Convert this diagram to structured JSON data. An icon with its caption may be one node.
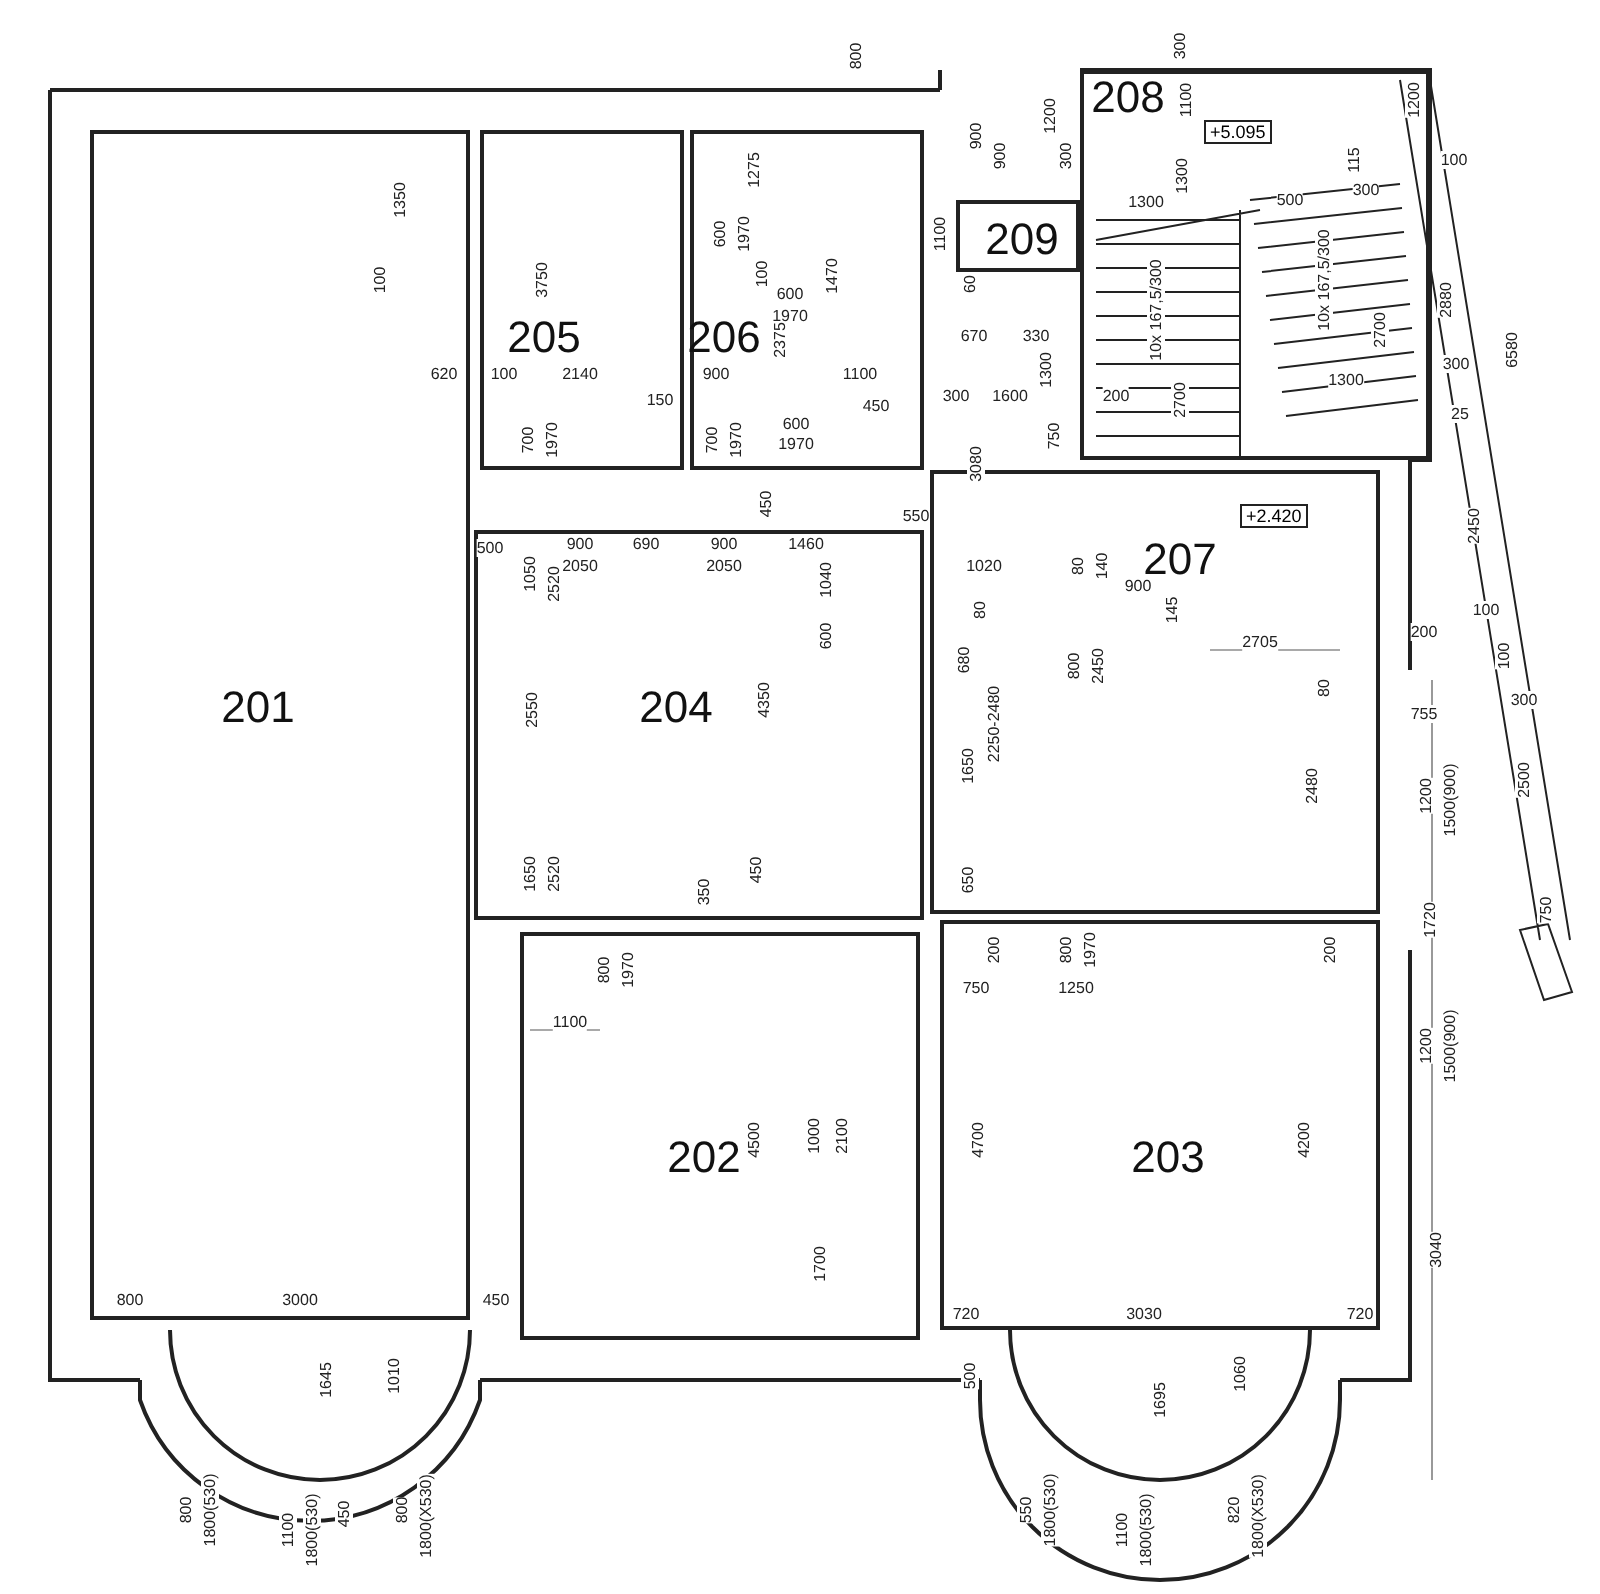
{
  "diagram": {
    "nodes": [
      {
        "text": [
          "201"
        ]
      },
      {
        "text": [
          "205"
        ]
      },
      {
        "text": [
          "206"
        ]
      },
      {
        "text": [
          "209"
        ]
      },
      {
        "text": [
          "208"
        ]
      },
      {
        "text": [
          "+5.095"
        ],
        "in": 4
      },
      {
        "text": [
          "207"
        ]
      },
      {
        "text": [
          "+2.420"
        ],
        "in": 6
      },
      {
        "text": [
          "204"
        ]
      },
      {
        "text": [
          "202"
        ]
      },
      {
        "text": [
          "203"
        ]
      }
    ],
    "labels": [
      "1350",
      "100",
      "3750",
      "620",
      "100",
      "2140",
      "150",
      "700",
      "1970",
      "800",
      "1275",
      "600",
      "1970",
      "100",
      "1470",
      "600",
      "1970",
      "900",
      "2375",
      "1100",
      "450",
      "600",
      "1970",
      "700",
      "1970",
      "900",
      "900",
      "1200",
      "300",
      "1100",
      "60",
      "670",
      "330",
      "1300",
      "300",
      "1600",
      "750",
      "3080",
      "200",
      "1300",
      "300",
      "1100",
      "1300",
      "500",
      "10x 167,5/300",
      "2700",
      "115",
      "300",
      "10x 167,5/300",
      "2700",
      "1300",
      "1200",
      "100",
      "2880",
      "300",
      "25",
      "6580",
      "500",
      "900",
      "2050",
      "690",
      "900",
      "2050",
      "450",
      "1460",
      "550",
      "1040",
      "600",
      "1050",
      "2520",
      "2550",
      "4350",
      "1650",
      "2520",
      "450",
      "350",
      "1020",
      "80",
      "680",
      "2250-2480",
      "1650",
      "650",
      "200",
      "80",
      "140",
      "900",
      "145",
      "800",
      "2450",
      "2705",
      "80",
      "2480",
      "200",
      "100",
      "100",
      "300",
      "755",
      "2450",
      "2500",
      "1200",
      "1500(900)",
      "1720",
      "750",
      "800",
      "1970",
      "200",
      "750",
      "1250",
      "4700",
      "4200",
      "1200",
      "1500(900)",
      "3040",
      "720",
      "3030",
      "720",
      "500",
      "1695",
      "1060",
      "550",
      "1800(530)",
      "1100",
      "1800(530)",
      "820",
      "1800(X530)",
      "800",
      "1970",
      "1100",
      "4500",
      "1000",
      "2100",
      "1700",
      "800",
      "3000",
      "450",
      "1645",
      "1010",
      "800",
      "1800(530)",
      "1100",
      "1800(530)",
      "450",
      "800",
      "1800(X530)"
    ]
  }
}
